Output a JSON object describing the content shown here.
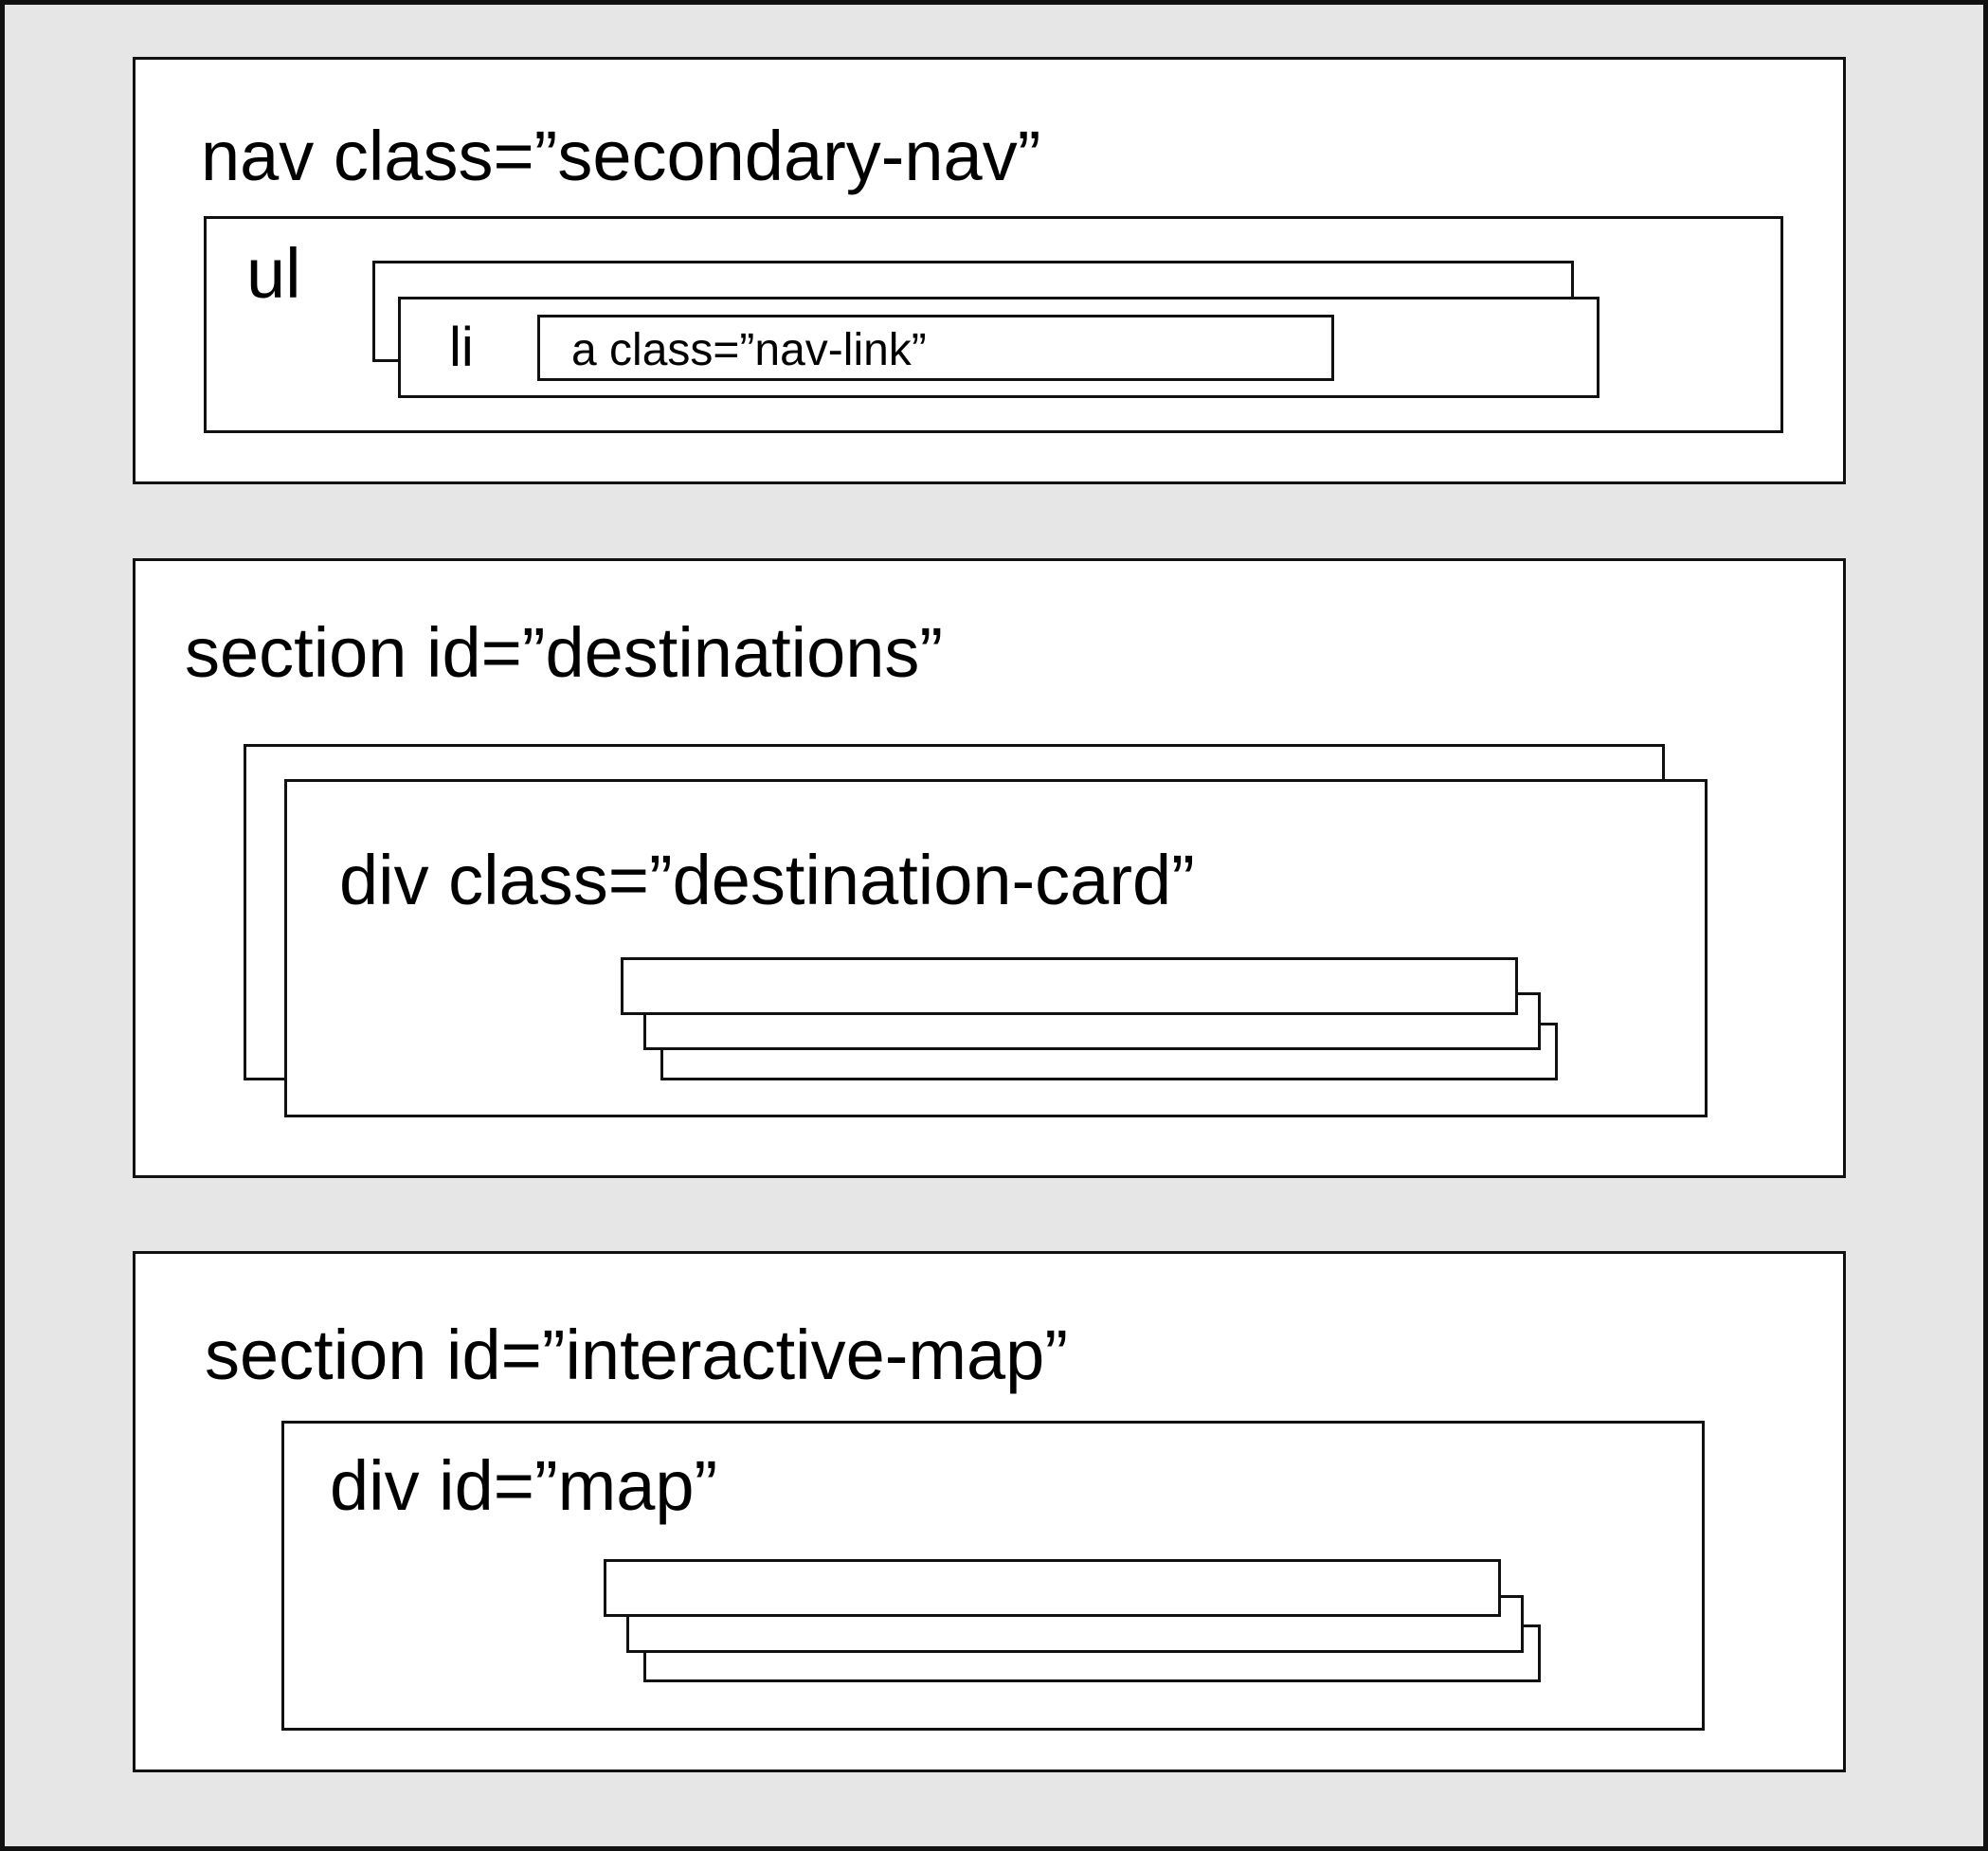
{
  "nav": {
    "label": "nav class=”secondary-nav”",
    "ul_label": "ul",
    "li_label": "li",
    "a_label": "a class=”nav-link”"
  },
  "destinations": {
    "label": "section id=”destinations”",
    "card_label": "div class=”destination-card”"
  },
  "map_section": {
    "label": "section id=”interactive-map”",
    "map_label": "div id=”map”"
  },
  "colors": {
    "background": "#e6e6e6",
    "box_fill": "#ffffff",
    "stroke": "#111111"
  }
}
